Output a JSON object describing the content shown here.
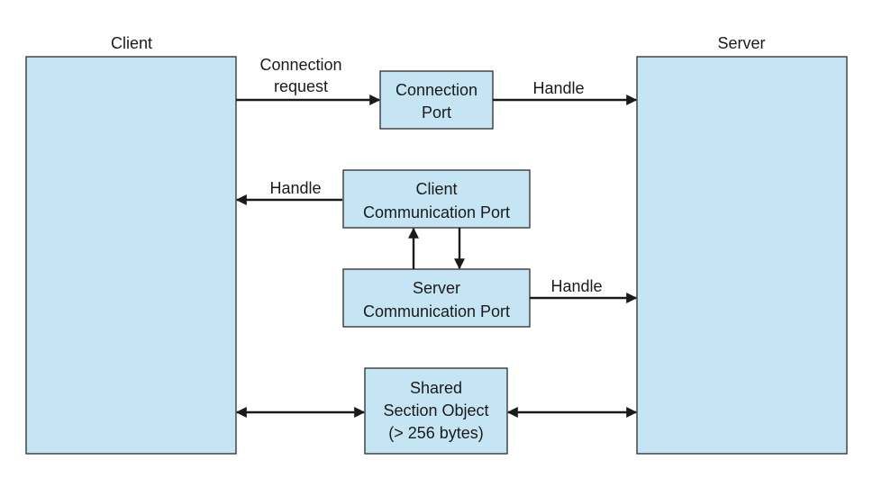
{
  "client": {
    "title": "Client"
  },
  "server": {
    "title": "Server"
  },
  "connection_request": {
    "line1": "Connection",
    "line2": "request"
  },
  "connection_port": {
    "line1": "Connection",
    "line2": "Port"
  },
  "handle_to_server_top": "Handle",
  "handle_to_client": "Handle",
  "client_comm_port": {
    "line1": "Client",
    "line2": "Communication Port"
  },
  "server_comm_port": {
    "line1": "Server",
    "line2": "Communication Port"
  },
  "handle_to_server_mid": "Handle",
  "shared_section": {
    "line1": "Shared",
    "line2": "Section Object",
    "line3": "(> 256 bytes)"
  },
  "colors": {
    "box_fill": "#c5e5f4",
    "stroke": "#2b2b2b"
  }
}
